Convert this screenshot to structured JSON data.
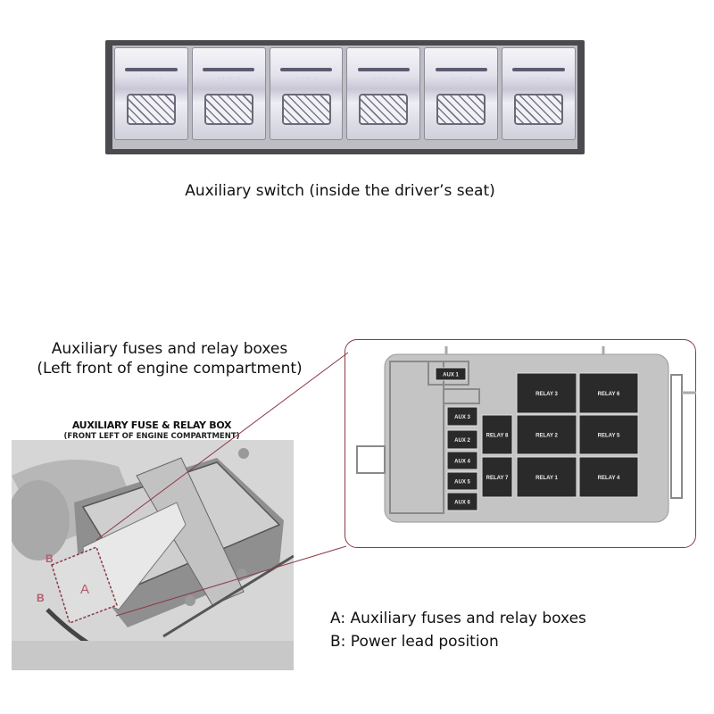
{
  "switch_panel": {
    "caption": "Auxiliary switch (inside the driver’s seat)",
    "switches": [
      "AUX 1",
      "AUX 2",
      "AUX 3",
      "AUX 4",
      "AUX 5",
      "AUX 6"
    ]
  },
  "fuse_section": {
    "caption_line1": "Auxiliary fuses and relay boxes",
    "caption_line2": "(Left front of engine compartment)",
    "photo_title": "AUXILIARY FUSE & RELAY BOX",
    "photo_subtitle": "(FRONT LEFT OF ENGINE COMPARTMENT)",
    "marker_a": "A",
    "marker_b": "B",
    "aux_fuses": [
      "AUX 1",
      "AUX 3",
      "AUX 2",
      "AUX 4",
      "AUX 5",
      "AUX 6"
    ],
    "relays": [
      "RELAY 3",
      "RELAY 6",
      "RELAY 8",
      "RELAY 2",
      "RELAY 5",
      "RELAY 7",
      "RELAY 1",
      "RELAY 4"
    ]
  },
  "legend": {
    "a": "A: Auxiliary fuses and relay boxes",
    "b": "B: Power lead position"
  },
  "colors": {
    "callout": "#8a3a48",
    "fuse_dark": "#2b2a2b",
    "box_gray": "#c4c4c4"
  }
}
